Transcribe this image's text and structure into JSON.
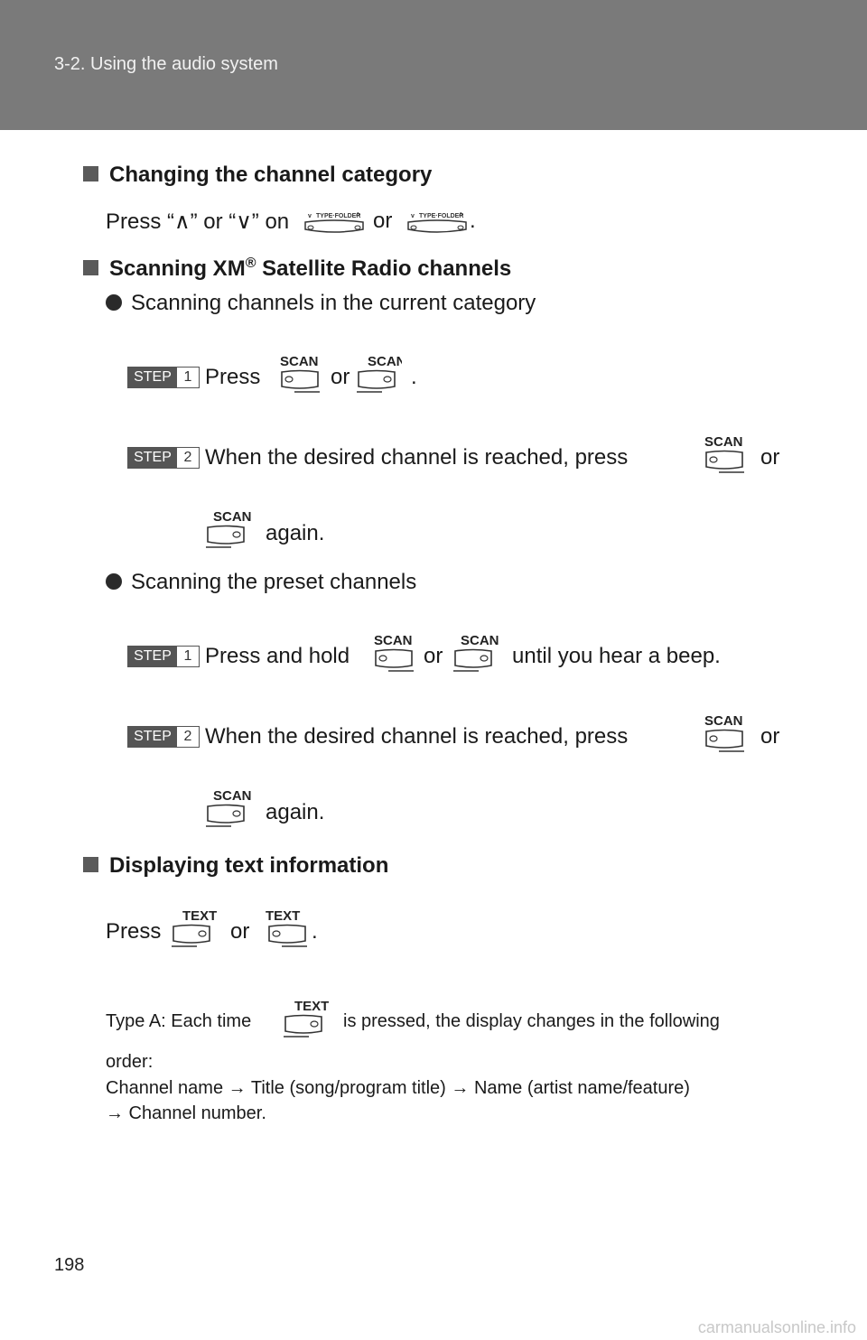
{
  "header": {
    "section": "3-2. Using the audio system"
  },
  "page_number": "198",
  "watermark": "carmanualsonline.info",
  "icons": {
    "tf_label": "TYPE·FOLDER",
    "scan_label": "SCAN",
    "text_label": "TEXT"
  },
  "s1": {
    "heading": "Changing the channel category",
    "line_a": "Press “∧” or “∨” on",
    "or": "or",
    "end": "."
  },
  "s2": {
    "heading_a": "Scanning XM",
    "reg": "®",
    "heading_b": " Satellite Radio channels",
    "sub1": {
      "title": "Scanning channels in the current category",
      "step_word": "STEP",
      "step1_num": "1",
      "step1_press": "Press",
      "step1_or": "or",
      "step1_end": ".",
      "step2_num": "2",
      "step2_text": "When  the  desired  channel  is  reached,  press",
      "step2_or": "or",
      "step2_again": "again."
    },
    "sub2": {
      "title": "Scanning the preset channels",
      "step1_press": "Press and hold",
      "step1_or": "or",
      "step1_end": "until you hear a beep.",
      "step2_text": "When  the  desired  channel  is  reached,  press",
      "step2_or": "or",
      "step2_again": "again."
    }
  },
  "s3": {
    "heading": "Displaying text information",
    "press": "Press",
    "or": "or",
    "end": ".",
    "typea_a": "Type A: Each time",
    "typea_b": "is pressed, the display changes in the following",
    "typea_c": "order:",
    "order_line1": "Channel name → Title (song/program title) → Name (artist name/feature)",
    "order_line2": "→ Channel number."
  }
}
